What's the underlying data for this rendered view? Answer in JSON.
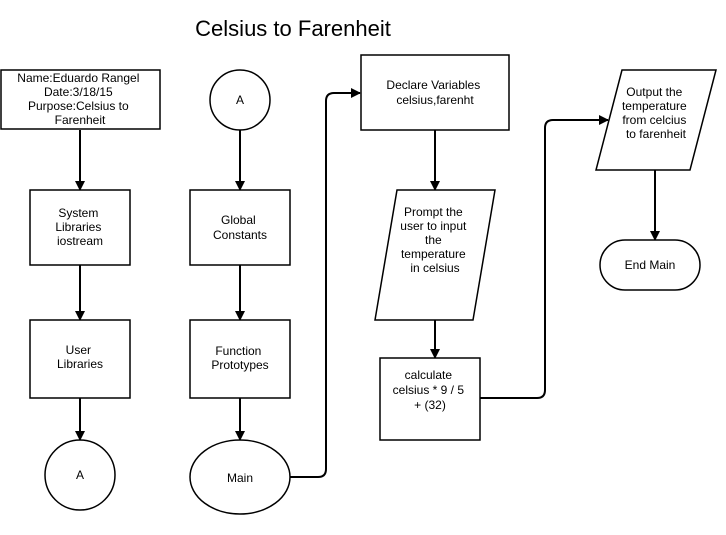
{
  "title": "Celsius to Farenheit",
  "nodes": {
    "header_block": {
      "lines": [
        "Name:Eduardo Rangel",
        "Date:3/18/15",
        "Purpose:Celsius to",
        "Farenheit"
      ]
    },
    "system_libraries": {
      "lines": [
        "System",
        "Libraries",
        "iostream"
      ]
    },
    "user_libraries": {
      "lines": [
        "User",
        "Libraries"
      ]
    },
    "connector_a_bottom": {
      "lines": [
        "A"
      ]
    },
    "connector_a_top": {
      "lines": [
        "A"
      ]
    },
    "global_constants": {
      "lines": [
        "Global",
        "Constants"
      ]
    },
    "function_prototypes": {
      "lines": [
        "Function",
        "Prototypes"
      ]
    },
    "main": {
      "lines": [
        "Main"
      ]
    },
    "declare_variables": {
      "lines": [
        "Declare Variables",
        "celsius,farenht"
      ]
    },
    "prompt_user": {
      "lines": [
        "Prompt the",
        "user to input",
        "the",
        "temperature",
        "in celsius"
      ]
    },
    "calculate": {
      "lines": [
        "calculate",
        "celsius * 9 / 5",
        "+ (32)"
      ]
    },
    "output": {
      "lines": [
        "Output the",
        "temperature",
        "from celcius",
        "to farenheit"
      ]
    },
    "end_main": {
      "lines": [
        "End Main"
      ]
    }
  }
}
